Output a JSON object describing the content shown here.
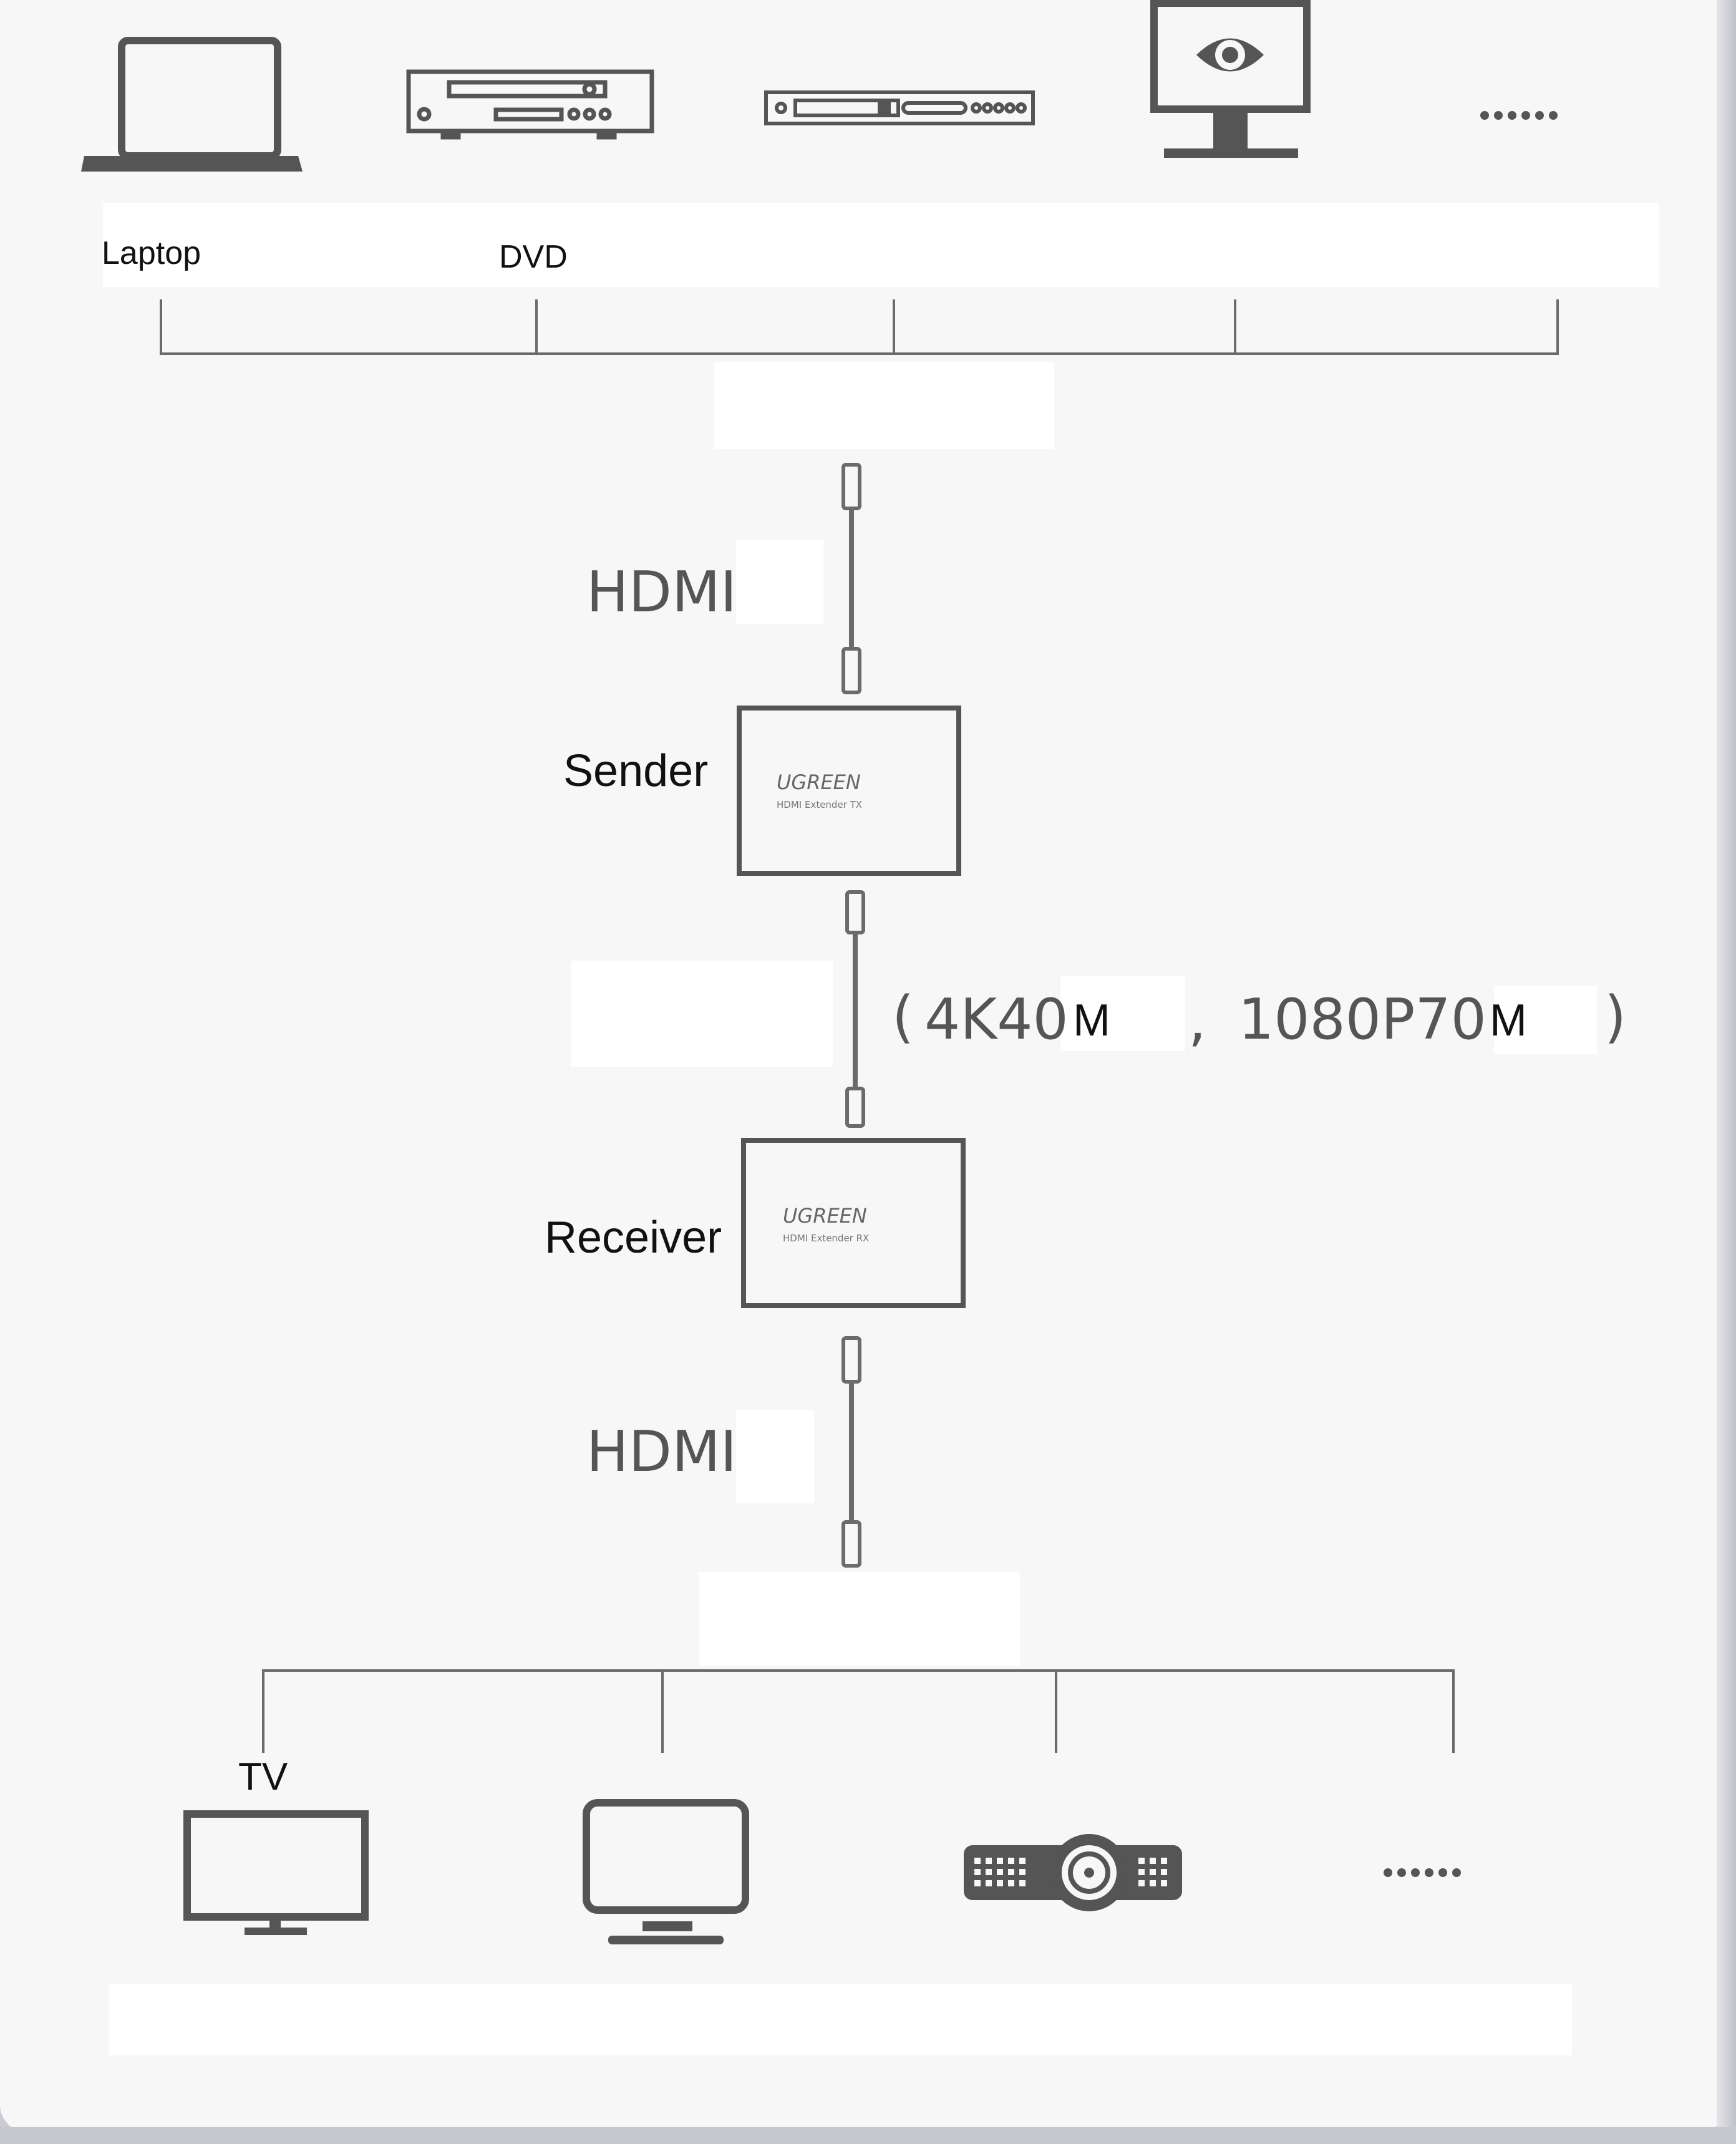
{
  "sources": {
    "items": [
      {
        "icon": "laptop-icon",
        "label": "Laptop"
      },
      {
        "icon": "dvd-player-icon",
        "label": "DVD"
      },
      {
        "icon": "set-top-box-icon",
        "label": ""
      },
      {
        "icon": "monitor-eye-icon",
        "label": ""
      },
      {
        "icon": "more-dots-icon",
        "label": ""
      }
    ]
  },
  "cable_top": {
    "label": "HDMI"
  },
  "sender": {
    "label": "Sender",
    "brand": "UGREEN",
    "model": "HDMI Extender TX"
  },
  "link": {
    "open_paren": "(",
    "spec_4k": "4K40",
    "unit_4k": "M",
    "comma": ",",
    "spec_1080": "1080P70",
    "unit_1080": "M",
    "close_paren": ")"
  },
  "receiver": {
    "label": "Receiver",
    "brand": "UGREEN",
    "model": "HDMI Extender RX"
  },
  "cable_bottom": {
    "label": "HDMI"
  },
  "displays": {
    "items": [
      {
        "icon": "tv-icon",
        "label": "TV"
      },
      {
        "icon": "monitor-icon",
        "label": ""
      },
      {
        "icon": "projector-icon",
        "label": ""
      },
      {
        "icon": "more-dots-icon",
        "label": ""
      }
    ]
  },
  "colors": {
    "line": "#6b6b6b",
    "icon": "#555555",
    "background": "#f7f7f7",
    "label": "#111111"
  }
}
